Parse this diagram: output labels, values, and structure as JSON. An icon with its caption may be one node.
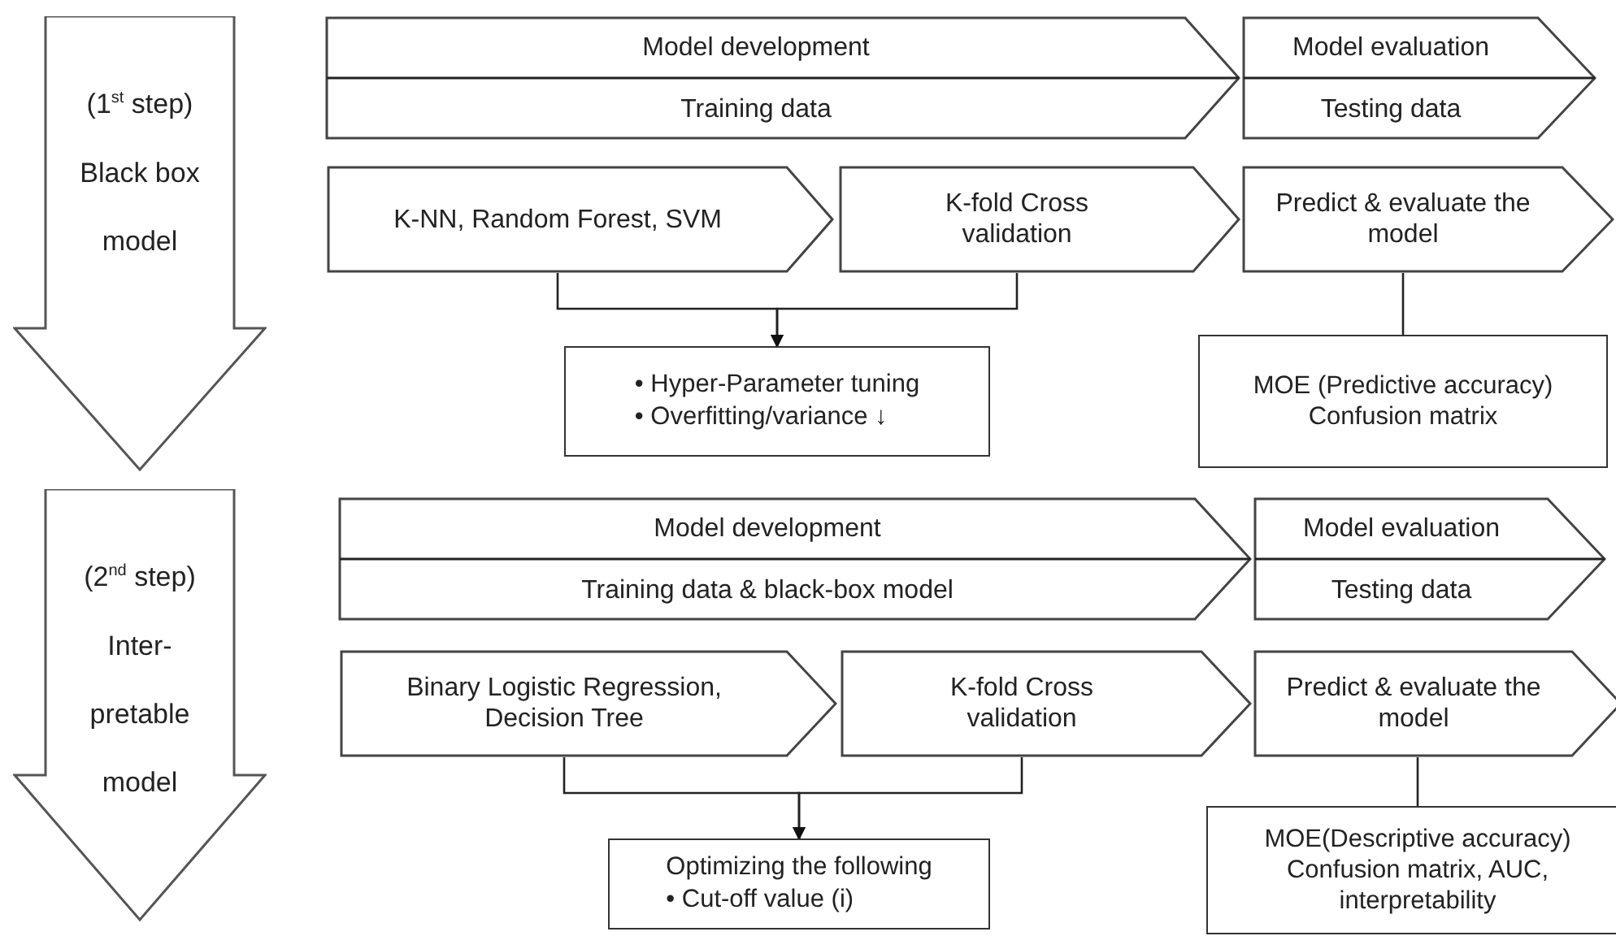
{
  "diagram": {
    "nodes": [
      {
        "text": [
          "(1$^{st}$ step) Black box model"
        ]
      },
      {
        "text": [
          "Model development",
          "Training data"
        ]
      },
      {
        "text": [
          "Model evaluation",
          "Testing data"
        ]
      },
      {
        "text": [
          "K-NN, Random Forest, SVM"
        ]
      },
      {
        "text": [
          "K-fold Cross validation"
        ]
      },
      {
        "text": [
          "Predict & evaluate the model"
        ]
      },
      {
        "text": [
          "• Hyper-Parameter tuning",
          "• Overfitting/variance ↓"
        ]
      },
      {
        "text": [
          "MOE (Predictive accuracy) Confusion matrix"
        ]
      },
      {
        "text": [
          "(2$^{nd}$ step) Inter- pretable model"
        ]
      },
      {
        "text": [
          "Model development",
          "Training data & black-box model"
        ]
      },
      {
        "text": [
          "Model evaluation",
          "Testing data"
        ]
      },
      {
        "text": [
          "Binary Logistic Regression, Decision Tree"
        ]
      },
      {
        "text": [
          "K-fold Cross validation"
        ]
      },
      {
        "text": [
          "Predict & evaluate the model"
        ]
      },
      {
        "text": [
          "Optimizing the following",
          "• Cut-off value (i)"
        ]
      },
      {
        "text": [
          "MOE(Descriptive accuracy) Confusion matrix, AUC, interpretability"
        ]
      }
    ],
    "edges": [
      {
        "from": 3,
        "to": 6,
        "arrow": "to"
      },
      {
        "from": 4,
        "to": 6,
        "arrow": "to"
      },
      {
        "from": 5,
        "to": 7,
        "arrow": "none"
      },
      {
        "from": 11,
        "to": 14,
        "arrow": "to"
      },
      {
        "from": 12,
        "to": 14,
        "arrow": "to"
      },
      {
        "from": 13,
        "to": 15,
        "arrow": "none"
      }
    ]
  }
}
